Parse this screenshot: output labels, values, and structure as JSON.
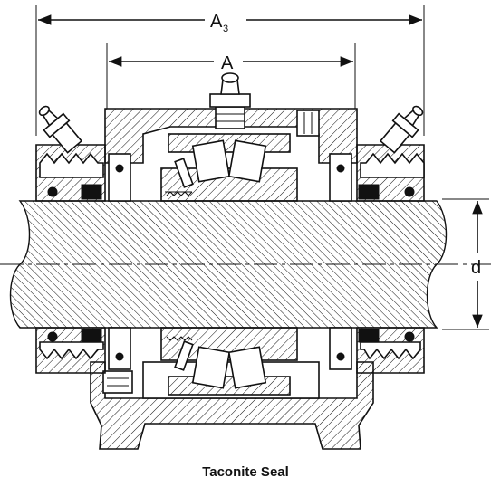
{
  "labels": {
    "dim_a3_main": "A",
    "dim_a3_sub": "3",
    "dim_a": "A",
    "dim_d": "d",
    "caption": "Taconite Seal"
  },
  "colors": {
    "line": "#111111",
    "background": "#ffffff"
  }
}
